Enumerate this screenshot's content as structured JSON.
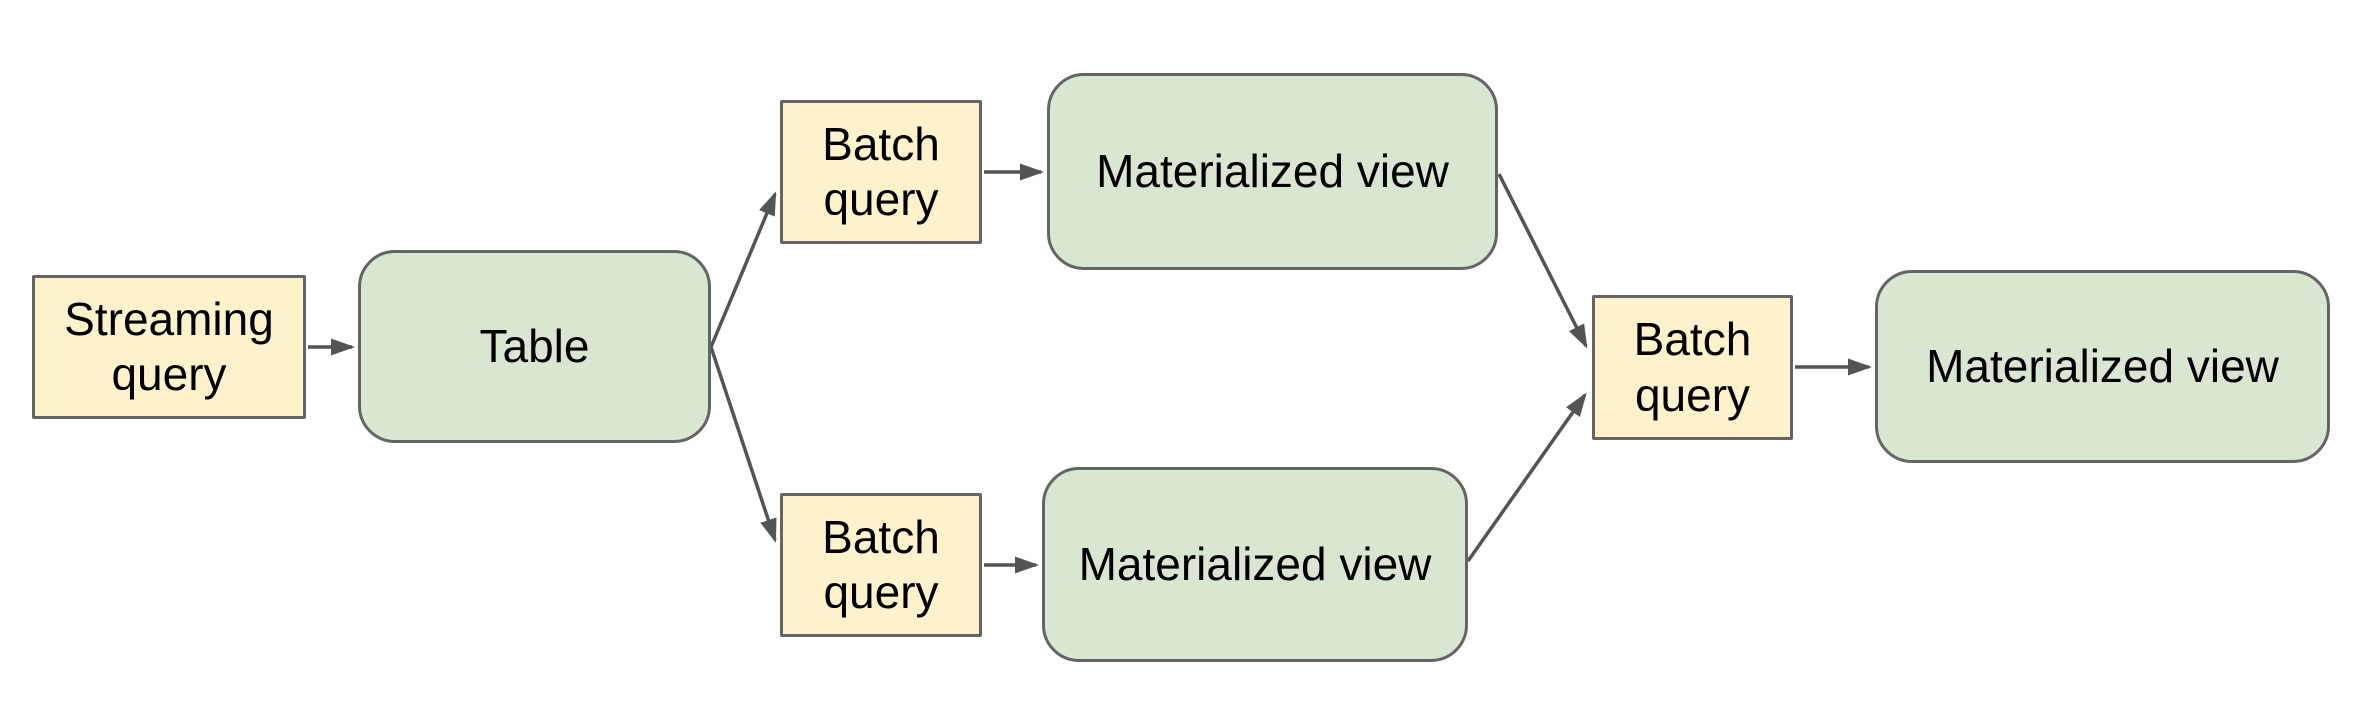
{
  "diagram": {
    "background": "#ffffff",
    "colors": {
      "query_fill": "#fdf2cc",
      "table_view_fill": "#d9e7d2",
      "border": "#646464",
      "arrow": "#545454",
      "text": "#000000"
    },
    "nodes": {
      "streaming_query": {
        "label": "Streaming query",
        "shape": "rectangle",
        "fill": "#fdf2cc"
      },
      "table": {
        "label": "Table",
        "shape": "rounded-rectangle",
        "fill": "#d9e7d2"
      },
      "batch_query_top": {
        "label": "Batch query",
        "shape": "rectangle",
        "fill": "#fdf2cc"
      },
      "materialized_view_top": {
        "label": "Materialized view",
        "shape": "rounded-rectangle",
        "fill": "#d9e7d2"
      },
      "batch_query_bottom": {
        "label": "Batch query",
        "shape": "rectangle",
        "fill": "#fdf2cc"
      },
      "materialized_view_bottom": {
        "label": "Materialized view",
        "shape": "rounded-rectangle",
        "fill": "#d9e7d2"
      },
      "batch_query_right": {
        "label": "Batch query",
        "shape": "rectangle",
        "fill": "#fdf2cc"
      },
      "materialized_view_final": {
        "label": "Materialized view",
        "shape": "rounded-rectangle",
        "fill": "#d9e7d2"
      }
    },
    "edges": [
      {
        "from": "streaming_query",
        "to": "table"
      },
      {
        "from": "table",
        "to": "batch_query_top"
      },
      {
        "from": "table",
        "to": "batch_query_bottom"
      },
      {
        "from": "batch_query_top",
        "to": "materialized_view_top"
      },
      {
        "from": "batch_query_bottom",
        "to": "materialized_view_bottom"
      },
      {
        "from": "materialized_view_top",
        "to": "batch_query_right"
      },
      {
        "from": "materialized_view_bottom",
        "to": "batch_query_right"
      },
      {
        "from": "batch_query_right",
        "to": "materialized_view_final"
      }
    ]
  }
}
